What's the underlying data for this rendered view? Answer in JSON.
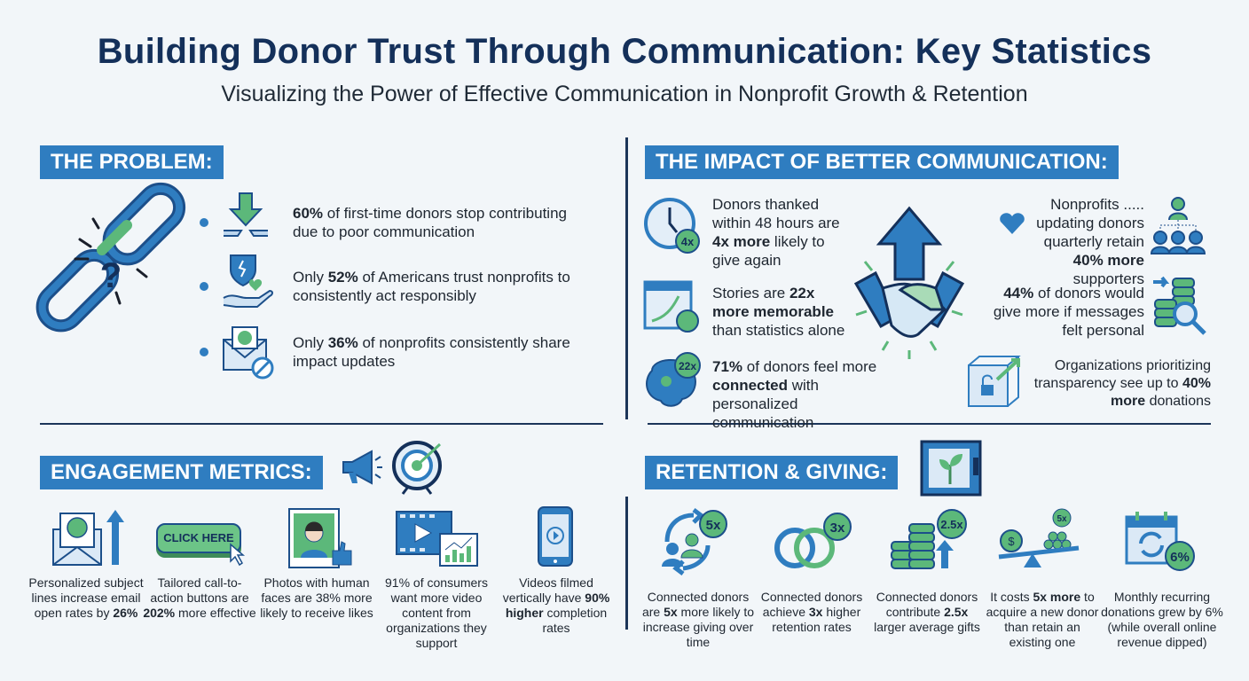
{
  "header": {
    "title": "Building Donor Trust Through Communication: Key Statistics",
    "subtitle": "Visualizing the Power of Effective Communication in Nonprofit Growth & Retention"
  },
  "colors": {
    "navy": "#14305a",
    "blue": "#2f7dc0",
    "green": "#5cb87a",
    "background": "#f2f6f9"
  },
  "problem": {
    "heading": "THE PROBLEM:",
    "icon": "broken-chain-question-icon",
    "items": [
      {
        "icon": "broken-arrow-icon",
        "segments": [
          {
            "t": "60%",
            "b": true
          },
          {
            "t": " of first-time donors stop contributing due to poor communication",
            "b": false
          }
        ]
      },
      {
        "icon": "broken-heart-hand-icon",
        "segments": [
          {
            "t": "Only ",
            "b": false
          },
          {
            "t": "52%",
            "b": true
          },
          {
            "t": " of Americans trust nonprofits to consistently act responsibly",
            "b": false
          }
        ]
      },
      {
        "icon": "envelope-blocked-icon",
        "segments": [
          {
            "t": "Only ",
            "b": false
          },
          {
            "t": "36%",
            "b": true
          },
          {
            "t": " of nonprofits consistently share impact updates",
            "b": false
          }
        ]
      }
    ]
  },
  "impact": {
    "heading": "THE IMPACT OF BETTER COMMUNICATION:",
    "center_icon": "handshake-arrow-icon",
    "left": [
      {
        "icon": "clock-icon",
        "badge": "4x",
        "segments": [
          {
            "t": "Donors thanked within 48 hours are ",
            "b": false
          },
          {
            "t": "4x more",
            "b": true
          },
          {
            "t": " likely to give again",
            "b": false
          }
        ]
      },
      {
        "icon": "calendar-growth-icon",
        "segments": [
          {
            "t": "Stories are ",
            "b": false
          },
          {
            "t": "22x more memorable",
            "b": true
          },
          {
            "t": " than statistics alone",
            "b": false
          }
        ]
      },
      {
        "icon": "brain-icon",
        "badge": "22x",
        "segments": [
          {
            "t": "71%",
            "b": true
          },
          {
            "t": " of donors feel more ",
            "b": false
          },
          {
            "t": "connected",
            "b": true
          },
          {
            "t": " with personalized communication",
            "b": false
          }
        ]
      }
    ],
    "right": [
      {
        "icon": "heart-people-icon",
        "segments": [
          {
            "t": "Nonprofits ..... updating donors quarterly retain ",
            "b": false
          },
          {
            "t": "40% more",
            "b": true
          },
          {
            "t": " supporters",
            "b": false
          }
        ]
      },
      {
        "icon": "coins-magnifier-icon",
        "segments": [
          {
            "t": "44%",
            "b": true
          },
          {
            "t": " of donors would give more if messages felt personal",
            "b": false
          }
        ]
      },
      {
        "icon": "transparent-box-icon",
        "segments": [
          {
            "t": "Organizations prioritizing transparency see up to ",
            "b": false
          },
          {
            "t": "40% more",
            "b": true
          },
          {
            "t": " donations",
            "b": false
          }
        ]
      }
    ]
  },
  "engagement": {
    "heading": "ENGAGEMENT METRICS:",
    "icons": [
      "megaphone-icon",
      "target-icon"
    ],
    "items": [
      {
        "icon": "envelope-smile-icon",
        "segments": [
          {
            "t": "Personalized subject lines increase email open rates by ",
            "b": false
          },
          {
            "t": "26%",
            "b": true
          }
        ]
      },
      {
        "icon": "click-here-button-icon",
        "button_text": "CLICK HERE",
        "segments": [
          {
            "t": "Tailored call-to-action buttons are ",
            "b": false
          },
          {
            "t": "202%",
            "b": true
          },
          {
            "t": " more effective",
            "b": false
          }
        ]
      },
      {
        "icon": "photo-like-icon",
        "segments": [
          {
            "t": "Photos with human faces are 38% more likely to receive likes",
            "b": false
          }
        ]
      },
      {
        "icon": "video-chart-icon",
        "segments": [
          {
            "t": "91% of consumers want more video content from organizations they support",
            "b": false
          }
        ]
      },
      {
        "icon": "phone-video-icon",
        "segments": [
          {
            "t": "Videos filmed vertically have ",
            "b": false
          },
          {
            "t": "90% higher",
            "b": true
          },
          {
            "t": " completion rates",
            "b": false
          }
        ]
      }
    ]
  },
  "retention": {
    "heading": "RETENTION & GIVING:",
    "icon": "safe-plant-icon",
    "items": [
      {
        "icon": "people-cycle-icon",
        "badge": "5x",
        "segments": [
          {
            "t": "Connected donors are ",
            "b": false
          },
          {
            "t": "5x",
            "b": true
          },
          {
            "t": " more likely to increase giving over time",
            "b": false
          }
        ]
      },
      {
        "icon": "rings-icon",
        "badge": "3x",
        "segments": [
          {
            "t": "Connected donors achieve ",
            "b": false
          },
          {
            "t": "3x",
            "b": true
          },
          {
            "t": " higher retention rates",
            "b": false
          }
        ]
      },
      {
        "icon": "coin-stacks-icon",
        "badge": "2.5x",
        "segments": [
          {
            "t": "Connected donors contribute ",
            "b": false
          },
          {
            "t": "2.5x",
            "b": true
          },
          {
            "t": " larger average gifts",
            "b": false
          }
        ]
      },
      {
        "icon": "seesaw-icon",
        "badge": "5x",
        "segments": [
          {
            "t": "It costs ",
            "b": false
          },
          {
            "t": "5x more",
            "b": true
          },
          {
            "t": " to acquire a new donor than retain an existing one",
            "b": false
          }
        ]
      },
      {
        "icon": "calendar-recurring-icon",
        "badge": "6%",
        "segments": [
          {
            "t": "Monthly recurring donations grew by 6% (while overall online revenue dipped)",
            "b": false
          }
        ]
      }
    ]
  }
}
